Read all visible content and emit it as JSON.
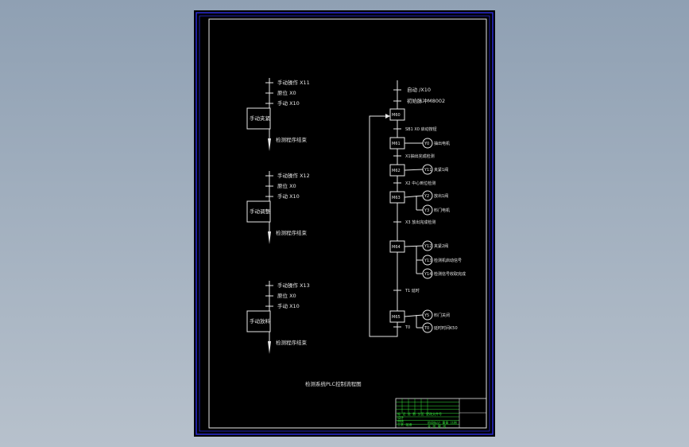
{
  "colors": {
    "background_top": "#8fa0b3",
    "background_bottom": "#b7c1cc",
    "sheet": "#000000",
    "frame": "#2b2bd6",
    "line": "#e6e6e6",
    "title_block": "#35e03a"
  },
  "left_chains": [
    {
      "conditions": [
        "手动操作 X11",
        "原位 X0",
        "手动 X10"
      ],
      "step": "手动夹紧",
      "output": "检测程序结束"
    },
    {
      "conditions": [
        "手动操作 X12",
        "原位 X0",
        "手动 X10"
      ],
      "step": "手动调整",
      "output": "检测程序结束"
    },
    {
      "conditions": [
        "手动操作 X13",
        "原位 X0",
        "手动 X10"
      ],
      "step": "手动放料",
      "output": "检测程序结束"
    }
  ],
  "right_chain": {
    "top_labels": [
      "自动 /X10",
      "初始脉冲M8002"
    ],
    "steps": [
      {
        "name": "M60",
        "transition": "SB1 X0 启动按钮",
        "actions": []
      },
      {
        "name": "M61",
        "transition": "X1抽出完成检测",
        "actions": [
          {
            "tag": "Y0",
            "text": "抽出电机"
          }
        ]
      },
      {
        "name": "M62",
        "transition": "X2 中心到位检测",
        "actions": [
          {
            "tag": "Y11",
            "text": "夹紧1阀"
          }
        ]
      },
      {
        "name": "M63",
        "transition": "X3 放出完成检测",
        "actions": [
          {
            "tag": "Y2",
            "text": "放出1阀"
          },
          {
            "tag": "Y3",
            "text": "料门电机"
          }
        ]
      },
      {
        "name": "M64",
        "transition": "T1 延时",
        "actions": [
          {
            "tag": "Y12",
            "text": "夹紧2阀"
          },
          {
            "tag": "Y13",
            "text": "检测机启动信号"
          },
          {
            "tag": "Y14",
            "text": "检测信号收取完成"
          }
        ]
      },
      {
        "name": "M65",
        "transition": "T0",
        "actions": [
          {
            "tag": "Y5",
            "text": "料门关闭"
          },
          {
            "tag": "T0",
            "text": "延时时间K50"
          }
        ]
      }
    ]
  },
  "caption": "检测系统PLC控制流程图",
  "title_block": {
    "rows": [
      "标 记 处 数 分区 更改文件号",
      "设计",
      "审核",
      "工艺 批准"
    ],
    "right_texts": [
      "阶段标记 重量 比例",
      "共 张 第 张"
    ]
  }
}
